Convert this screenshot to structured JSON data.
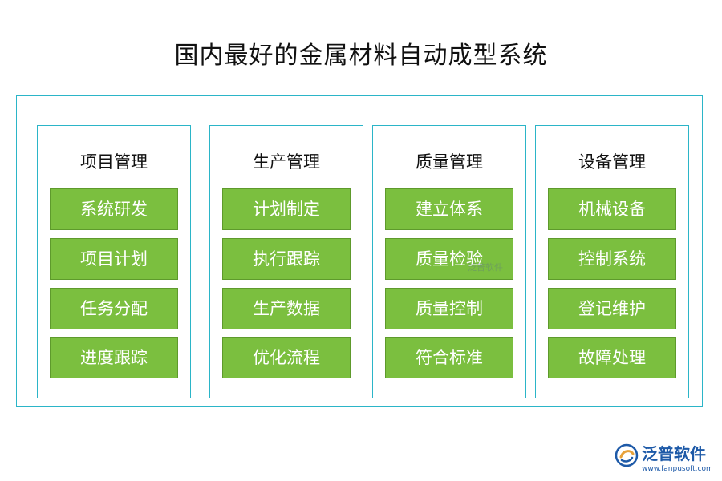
{
  "title": "国内最好的金属材料自动成型系统",
  "colors": {
    "border": "#2bb5c8",
    "item_fill": "#7bbf3f",
    "item_text": "#ffffff",
    "logo": "#1e5aa8",
    "logo_accent": "#e8a23a"
  },
  "columns": [
    {
      "title": "项目管理",
      "items": [
        "系统研发",
        "项目计划",
        "任务分配",
        "进度跟踪"
      ]
    },
    {
      "title": "生产管理",
      "items": [
        "计划制定",
        "执行跟踪",
        "生产数据",
        "优化流程"
      ]
    },
    {
      "title": "质量管理",
      "items": [
        "建立体系",
        "质量检验",
        "质量控制",
        "符合标准"
      ]
    },
    {
      "title": "设备管理",
      "items": [
        "机械设备",
        "控制系统",
        "登记维护",
        "故障处理"
      ]
    }
  ],
  "watermark": "泛普软件",
  "logo": {
    "name": "泛普软件",
    "url": "www.fanpusoft.com",
    "icon": "fanpu-logo-icon"
  }
}
